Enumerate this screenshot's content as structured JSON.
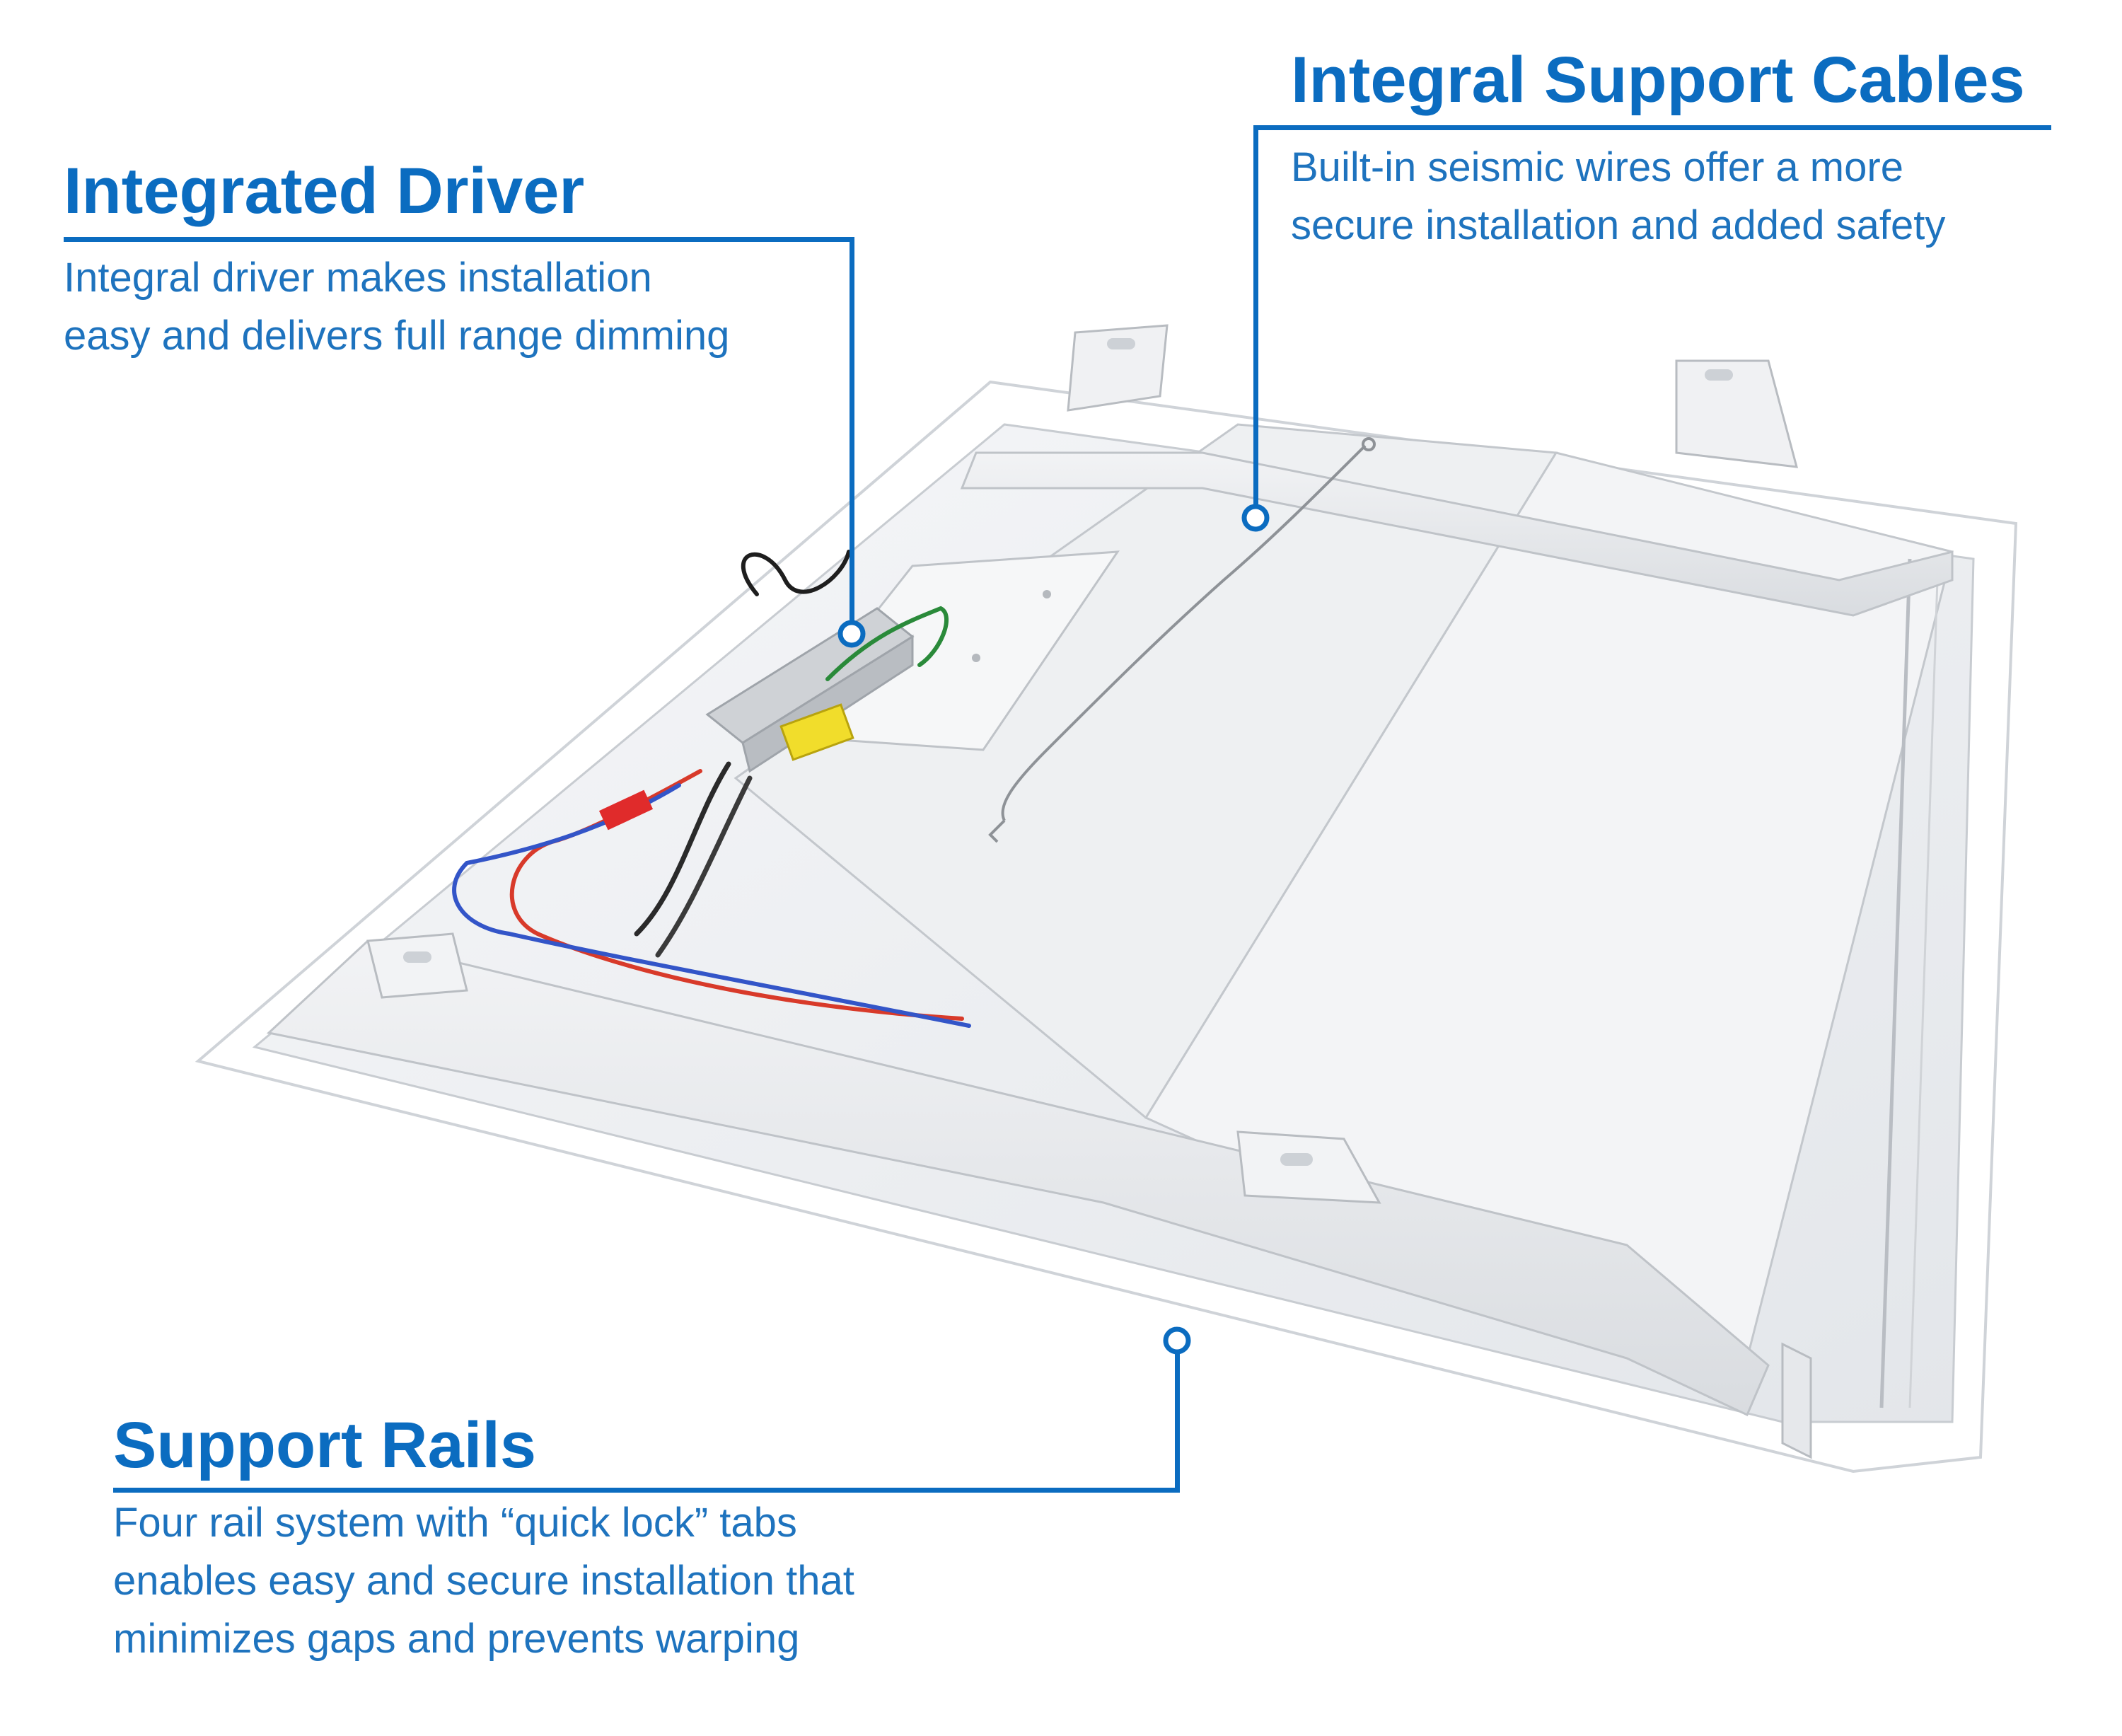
{
  "colors": {
    "accent": "#0b6cc0",
    "text": "#1e73be",
    "background": "#ffffff"
  },
  "callouts": {
    "support_cables": {
      "title": "Integral Support Cables",
      "lines": [
        "Built-in seismic wires offer a more",
        "secure installation and added safety"
      ]
    },
    "driver": {
      "title": "Integrated Driver",
      "lines": [
        "Integral driver makes installation",
        "easy and delivers full range dimming"
      ]
    },
    "rails": {
      "title": "Support Rails",
      "lines": [
        "Four rail system with “quick lock” tabs",
        "enables easy and secure installation that",
        "minimizes gaps and prevents warping"
      ]
    }
  }
}
